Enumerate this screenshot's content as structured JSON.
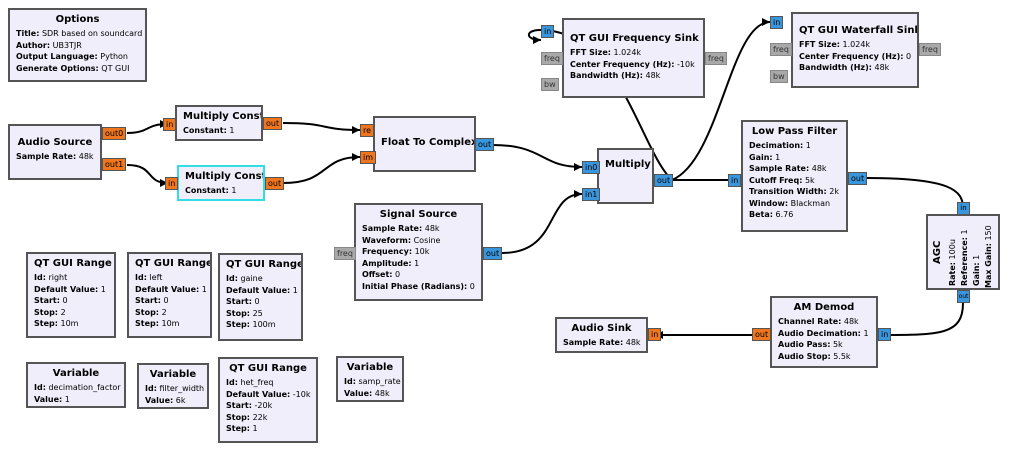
{
  "options": {
    "title": "Options",
    "params": [
      [
        "Title:",
        "SDR based on soundcard"
      ],
      [
        "Author:",
        "UB3TJR"
      ],
      [
        "Output Language:",
        "Python"
      ],
      [
        "Generate Options:",
        "QT GUI"
      ]
    ]
  },
  "audio_source": {
    "title": "Audio Source",
    "params": [
      [
        "Sample Rate:",
        "48k"
      ]
    ],
    "port_out0": "out0",
    "port_out1": "out1"
  },
  "multiply_const_1": {
    "title": "Multiply Const",
    "params": [
      [
        "Constant:",
        "1"
      ]
    ],
    "port_in": "in",
    "port_out": "out"
  },
  "multiply_const_2": {
    "title": "Multiply Const",
    "params": [
      [
        "Constant:",
        "1"
      ]
    ],
    "port_in": "in",
    "port_out": "out"
  },
  "float_to_complex": {
    "title": "Float To Complex",
    "port_re": "re",
    "port_im": "im",
    "port_out": "out"
  },
  "signal_source": {
    "title": "Signal Source",
    "params": [
      [
        "Sample Rate:",
        "48k"
      ],
      [
        "Waveform:",
        "Cosine"
      ],
      [
        "Frequency:",
        "10k"
      ],
      [
        "Amplitude:",
        "1"
      ],
      [
        "Offset:",
        "0"
      ],
      [
        "Initial Phase (Radians):",
        "0"
      ]
    ],
    "port_freq": "freq",
    "port_out": "out"
  },
  "multiply": {
    "title": "Multiply",
    "port_in0": "in0",
    "port_in1": "in1",
    "port_out": "out"
  },
  "freq_sink": {
    "title": "QT GUI Frequency Sink",
    "params": [
      [
        "FFT Size:",
        "1.024k"
      ],
      [
        "Center Frequency (Hz):",
        "-10k"
      ],
      [
        "Bandwidth (Hz):",
        "48k"
      ]
    ],
    "port_in": "in",
    "port_freq": "freq",
    "port_bw": "bw",
    "port_freq_out": "freq"
  },
  "waterfall_sink": {
    "title": "QT GUI Waterfall Sink",
    "params": [
      [
        "FFT Size:",
        "1.024k"
      ],
      [
        "Center Frequency (Hz):",
        "0"
      ],
      [
        "Bandwidth (Hz):",
        "48k"
      ]
    ],
    "port_in": "in",
    "port_freq": "freq",
    "port_bw": "bw",
    "port_freq_out": "freq"
  },
  "low_pass_filter": {
    "title": "Low Pass Filter",
    "params": [
      [
        "Decimation:",
        "1"
      ],
      [
        "Gain:",
        "1"
      ],
      [
        "Sample Rate:",
        "48k"
      ],
      [
        "Cutoff Freq:",
        "5k"
      ],
      [
        "Transition Width:",
        "2k"
      ],
      [
        "Window:",
        "Blackman"
      ],
      [
        "Beta:",
        "6.76"
      ]
    ],
    "port_in": "in",
    "port_out": "out"
  },
  "agc": {
    "title": "AGC",
    "params": [
      [
        "Rate:",
        "100u"
      ],
      [
        "Reference:",
        "1"
      ],
      [
        "Gain:",
        "1"
      ],
      [
        "Max Gain:",
        "150"
      ]
    ],
    "port_in": "in",
    "port_out": "out"
  },
  "am_demod": {
    "title": "AM Demod",
    "params": [
      [
        "Channel Rate:",
        "48k"
      ],
      [
        "Audio Decimation:",
        "1"
      ],
      [
        "Audio Pass:",
        "5k"
      ],
      [
        "Audio Stop:",
        "5.5k"
      ]
    ],
    "port_in": "in",
    "port_out": "out"
  },
  "audio_sink": {
    "title": "Audio Sink",
    "params": [
      [
        "Sample Rate:",
        "48k"
      ]
    ],
    "port_in": "in"
  },
  "range_right": {
    "title": "QT GUI Range",
    "params": [
      [
        "Id:",
        "right"
      ],
      [
        "Default Value:",
        "1"
      ],
      [
        "Start:",
        "0"
      ],
      [
        "Stop:",
        "2"
      ],
      [
        "Step:",
        "10m"
      ]
    ]
  },
  "range_left": {
    "title": "QT GUI Range",
    "params": [
      [
        "Id:",
        "left"
      ],
      [
        "Default Value:",
        "1"
      ],
      [
        "Start:",
        "0"
      ],
      [
        "Stop:",
        "2"
      ],
      [
        "Step:",
        "10m"
      ]
    ]
  },
  "range_gaine": {
    "title": "QT GUI Range",
    "params": [
      [
        "Id:",
        "gaine"
      ],
      [
        "Default Value:",
        "1"
      ],
      [
        "Start:",
        "0"
      ],
      [
        "Stop:",
        "25"
      ],
      [
        "Step:",
        "100m"
      ]
    ]
  },
  "range_het": {
    "title": "QT GUI Range",
    "params": [
      [
        "Id:",
        "het_freq"
      ],
      [
        "Default Value:",
        "-10k"
      ],
      [
        "Start:",
        "-20k"
      ],
      [
        "Stop:",
        "22k"
      ],
      [
        "Step:",
        "1"
      ]
    ]
  },
  "var_decim": {
    "title": "Variable",
    "params": [
      [
        "Id:",
        "decimation_factor"
      ],
      [
        "Value:",
        "1"
      ]
    ]
  },
  "var_filter": {
    "title": "Variable",
    "params": [
      [
        "Id:",
        "filter_width"
      ],
      [
        "Value:",
        "6k"
      ]
    ]
  },
  "var_samp": {
    "title": "Variable",
    "params": [
      [
        "Id:",
        "samp_rate"
      ],
      [
        "Value:",
        "48k"
      ]
    ]
  },
  "colors": {
    "float_port": "#f0761e",
    "complex_port": "#3a96dc",
    "message_port": "#a9a9a9",
    "block_bg": "#efeefa",
    "selected_border": "#33dde6"
  }
}
